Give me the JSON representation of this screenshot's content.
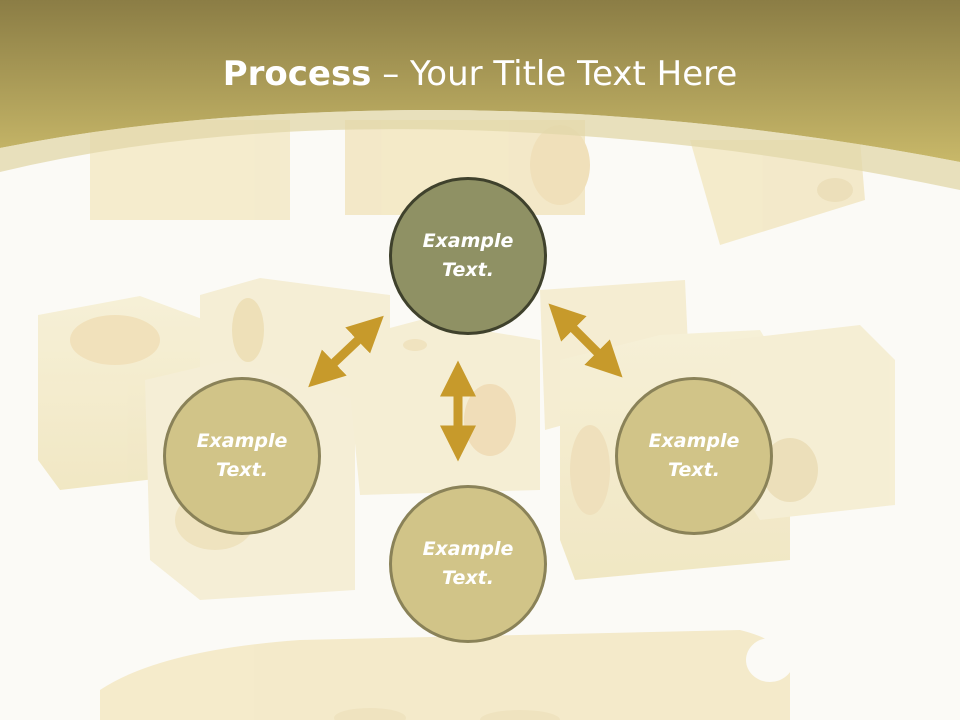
{
  "slide": {
    "title_bold": "Process",
    "title_rest": " – Your Title Text Here"
  },
  "nodes": {
    "top": "Example\nText.",
    "left": "Example\nText.",
    "right": "Example\nText.",
    "bottom": "Example\nText."
  },
  "colors": {
    "header_gold": "#c2b264",
    "header_dark": "#8b7d45",
    "node_dark_fill": "#8f9164",
    "node_dark_border": "#3f412c",
    "node_light_fill": "#d1c488",
    "node_light_border": "#8a8258",
    "arrow": "#c79a2b"
  },
  "icons": {
    "arrows": "double-headed-arrow-icon",
    "background": "cheese-cubes-background"
  }
}
